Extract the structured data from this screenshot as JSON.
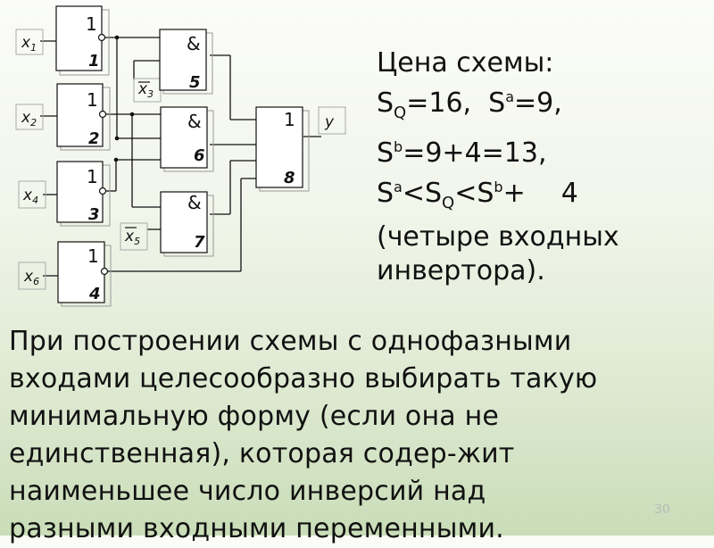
{
  "circuit": {
    "gates": [
      {
        "id": "g1",
        "symbol": "1",
        "number": "1"
      },
      {
        "id": "g2",
        "symbol": "1",
        "number": "2"
      },
      {
        "id": "g3",
        "symbol": "1",
        "number": "3"
      },
      {
        "id": "g4",
        "symbol": "1",
        "number": "4"
      },
      {
        "id": "g5",
        "symbol": "&",
        "number": "5"
      },
      {
        "id": "g6",
        "symbol": "&",
        "number": "6"
      },
      {
        "id": "g7",
        "symbol": "&",
        "number": "7"
      },
      {
        "id": "g8",
        "symbol": "1",
        "number": "8"
      }
    ],
    "inputs": {
      "x1": {
        "base": "x",
        "sub": "1"
      },
      "x2": {
        "base": "x",
        "sub": "2"
      },
      "x4": {
        "base": "x",
        "sub": "4"
      },
      "x6": {
        "base": "x",
        "sub": "6"
      },
      "x3": {
        "base": "x",
        "sub": "3"
      },
      "x5": {
        "base": "x",
        "sub": "5"
      }
    },
    "output": "y"
  },
  "price": {
    "heading": "Цена схемы:",
    "l2": {
      "s1": "S",
      "sub1": "Q",
      "v1": "=16,  ",
      "s2": "S",
      "sup2": "a",
      "v2": "=9,"
    },
    "l3": {
      "s": "S",
      "sup": "b",
      "v": "=9+4=13,"
    },
    "l4": {
      "s1": "S",
      "sup1": "a",
      "t1": "<S",
      "sub2": "Q",
      "t2": "<S",
      "sup3": "b",
      "t3": "+",
      "n": "4"
    },
    "l5": "(четыре входных",
    "l6": "инвертора)."
  },
  "paragraph": {
    "line1": "При построении схемы с однофазными",
    "line2": "входами целесообразно выбирать такую",
    "line3": "минимальную форму (если она не",
    "line4": "единственная), которая содер-жит",
    "line5": "наименьшее число инверсий над",
    "line6": "разными входными переменными."
  },
  "slide_number": "30"
}
